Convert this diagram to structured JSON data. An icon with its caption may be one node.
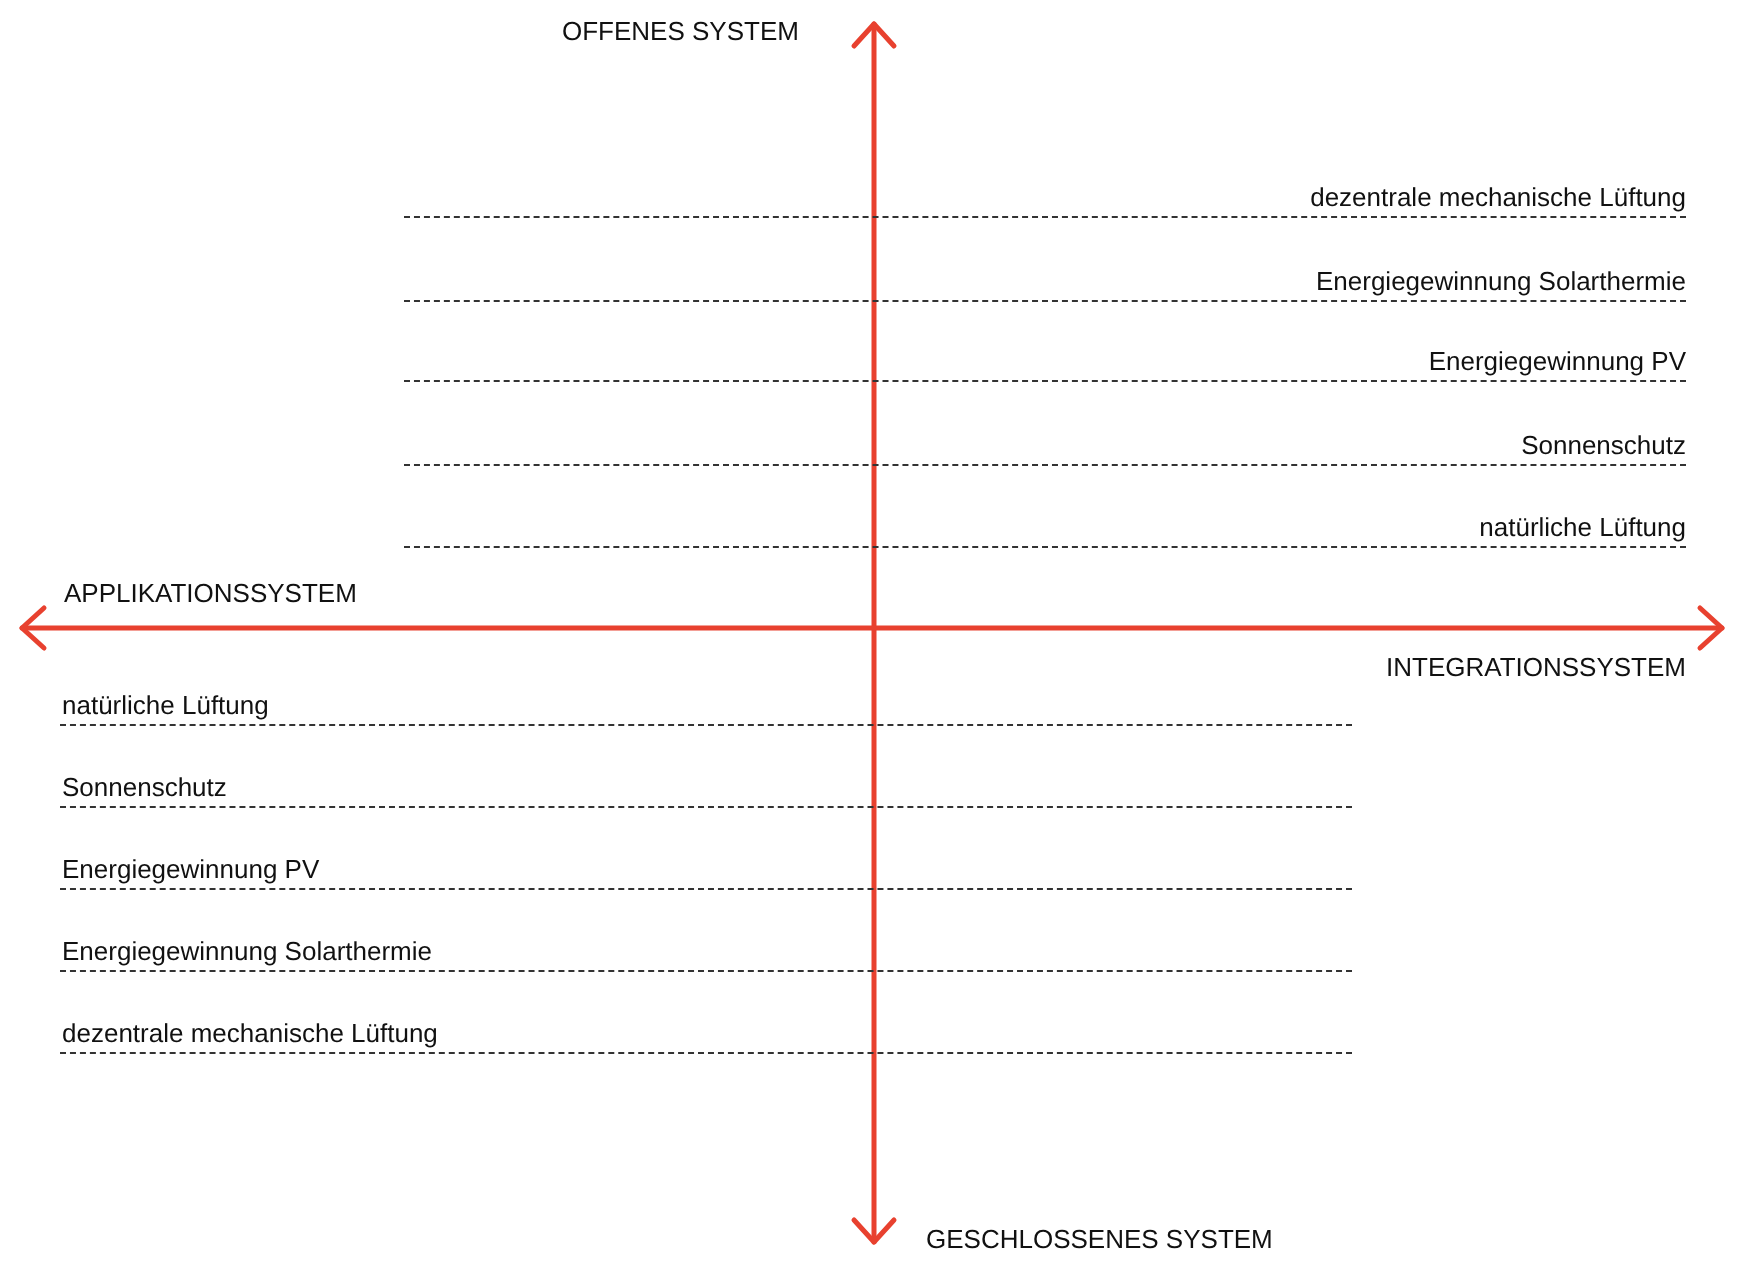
{
  "diagram": {
    "labels": [
      "OFFENES SYSTEM",
      "dezentrale mechanische Lüftung",
      "Energiegewinnung Solarthermie",
      "Energiegewinnung PV",
      "Sonnenschutz",
      "natürliche Lüftung",
      "APPLIKATIONSSYSTEM",
      "INTEGRATIONSSYSTEM",
      "natürliche Lüftung",
      "Sonnenschutz",
      "Energiegewinnung PV",
      "Energiegewinnung Solarthermie",
      "dezentrale mechanische Lüftung",
      "GESCHLOSSENES SYSTEM"
    ]
  }
}
